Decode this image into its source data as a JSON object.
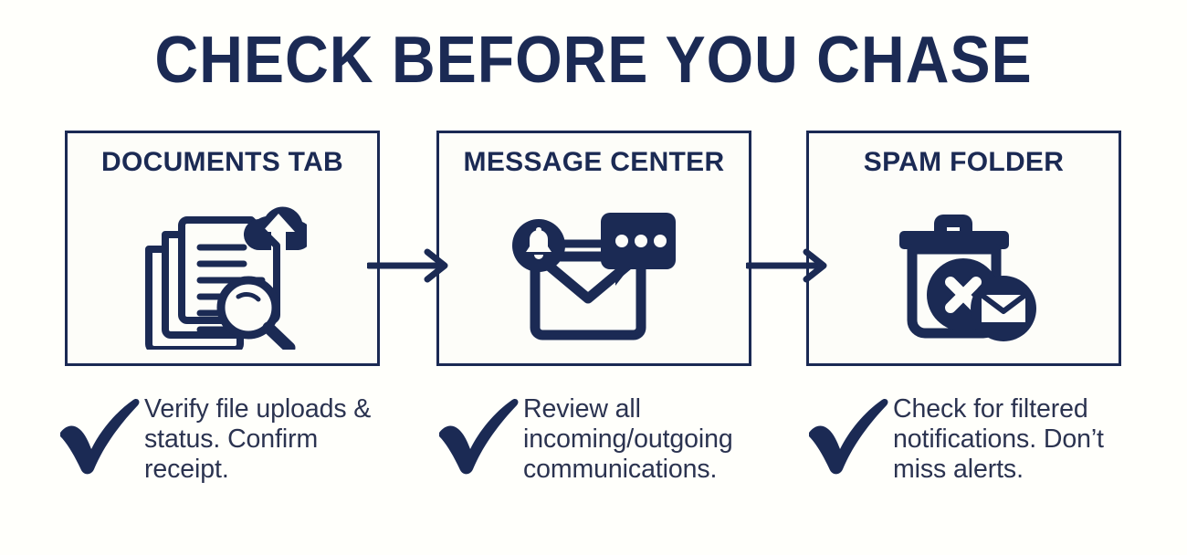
{
  "header": {
    "title": "CHECK BEFORE YOU CHASE"
  },
  "colors": {
    "navy": "#1b2a54",
    "navy_deep": "#16234a",
    "text": "#2b3350",
    "background": "#fffffb",
    "panel_background": "#fdfdf9"
  },
  "panels": [
    {
      "title": "DOCUMENTS TAB",
      "icon": "documents-stack-cloud-upload-search-icon",
      "caption": "Verify file uploads & status. Confirm receipt.",
      "check_icon": "checkmark-icon"
    },
    {
      "title": "MESSAGE CENTER",
      "icon": "envelope-bell-chat-bubble-icon",
      "caption": "Review all incoming/outgoing communications.",
      "check_icon": "checkmark-icon"
    },
    {
      "title": "SPAM FOLDER",
      "icon": "trash-bin-x-circle-envelope-icon",
      "caption": "Check for filtered notifications. Don’t miss alerts.",
      "check_icon": "checkmark-icon"
    }
  ],
  "connectors": [
    {
      "icon": "arrow-right-icon"
    },
    {
      "icon": "arrow-right-icon"
    }
  ]
}
